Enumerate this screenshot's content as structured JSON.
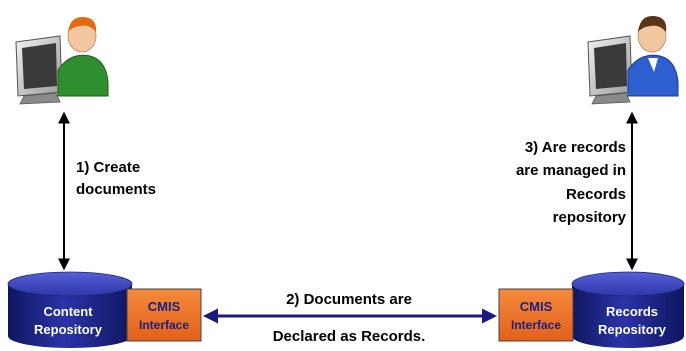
{
  "user_left": {
    "icon": "user-at-computer-icon",
    "shirt_color": "#2f8f2f"
  },
  "user_right": {
    "icon": "user-at-computer-icon",
    "shirt_color": "#2d5fd0"
  },
  "step1": {
    "line1": "1) Create",
    "line2": "documents"
  },
  "step2": {
    "line1": "2) Documents are",
    "line2": "Declared as Records."
  },
  "step3": {
    "line1": "3) Are records",
    "line2": "are managed in",
    "line3": "Records",
    "line4": "repository"
  },
  "content_repo": {
    "line1": "Content",
    "line2": "Repository",
    "color": "#1a237e"
  },
  "records_repo": {
    "line1": "Records",
    "line2": "Repository",
    "color": "#1a237e"
  },
  "cmis_left": {
    "line1": "CMIS",
    "line2": "Interface",
    "color": "#ef6c1f"
  },
  "cmis_right": {
    "line1": "CMIS",
    "line2": "Interface",
    "color": "#ef6c1f"
  },
  "colors": {
    "arrow_vertical": "#000000",
    "arrow_horizontal": "#1a1a80"
  }
}
